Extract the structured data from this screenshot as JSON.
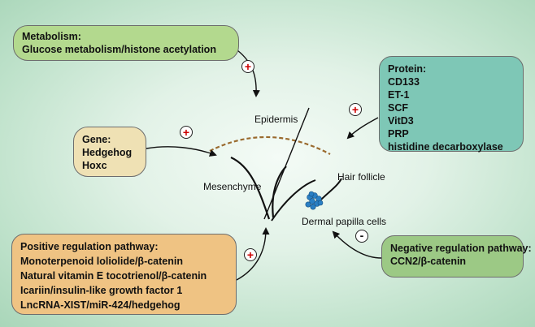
{
  "metabolism": {
    "title": "Metabolism:",
    "items": [
      "Glucose metabolism/histone acetylation"
    ]
  },
  "gene": {
    "title": "Gene:",
    "items": [
      "Hedgehog",
      "Hoxc"
    ]
  },
  "protein": {
    "title": "Protein:",
    "items": [
      "CD133",
      "ET-1",
      "SCF",
      "VitD3",
      "PRP",
      "histidine decarboxylase"
    ]
  },
  "positive": {
    "title": "Positive regulation pathway:",
    "items": [
      "Monoterpenoid loliolide/β-catenin",
      "Natural vitamin E tocotrienol/β-catenin",
      "Icariin/insulin-like growth factor 1",
      "LncRNA-XIST/miR-424/hedgehog"
    ]
  },
  "negative": {
    "title": "Negative regulation pathway:",
    "items": [
      "CCN2/β-catenin"
    ]
  },
  "labels": {
    "epidermis": "Epidermis",
    "mesenchyme": "Mesenchyme",
    "hair_follicle": "Hair follicle",
    "dermal_papilla": "Dermal papilla cells"
  },
  "signs": {
    "plus": "+",
    "minus": "-"
  },
  "colors": {
    "metabolism_box": "#b3d98e",
    "gene_box": "#efe1b4",
    "protein_box": "#7ec7b6",
    "positive_box": "#efc383",
    "negative_box": "#9cc985",
    "plus_sign": "#cc0000",
    "papilla_cells": "#2a7fc4",
    "epidermis_line": "#9a6a2e"
  }
}
